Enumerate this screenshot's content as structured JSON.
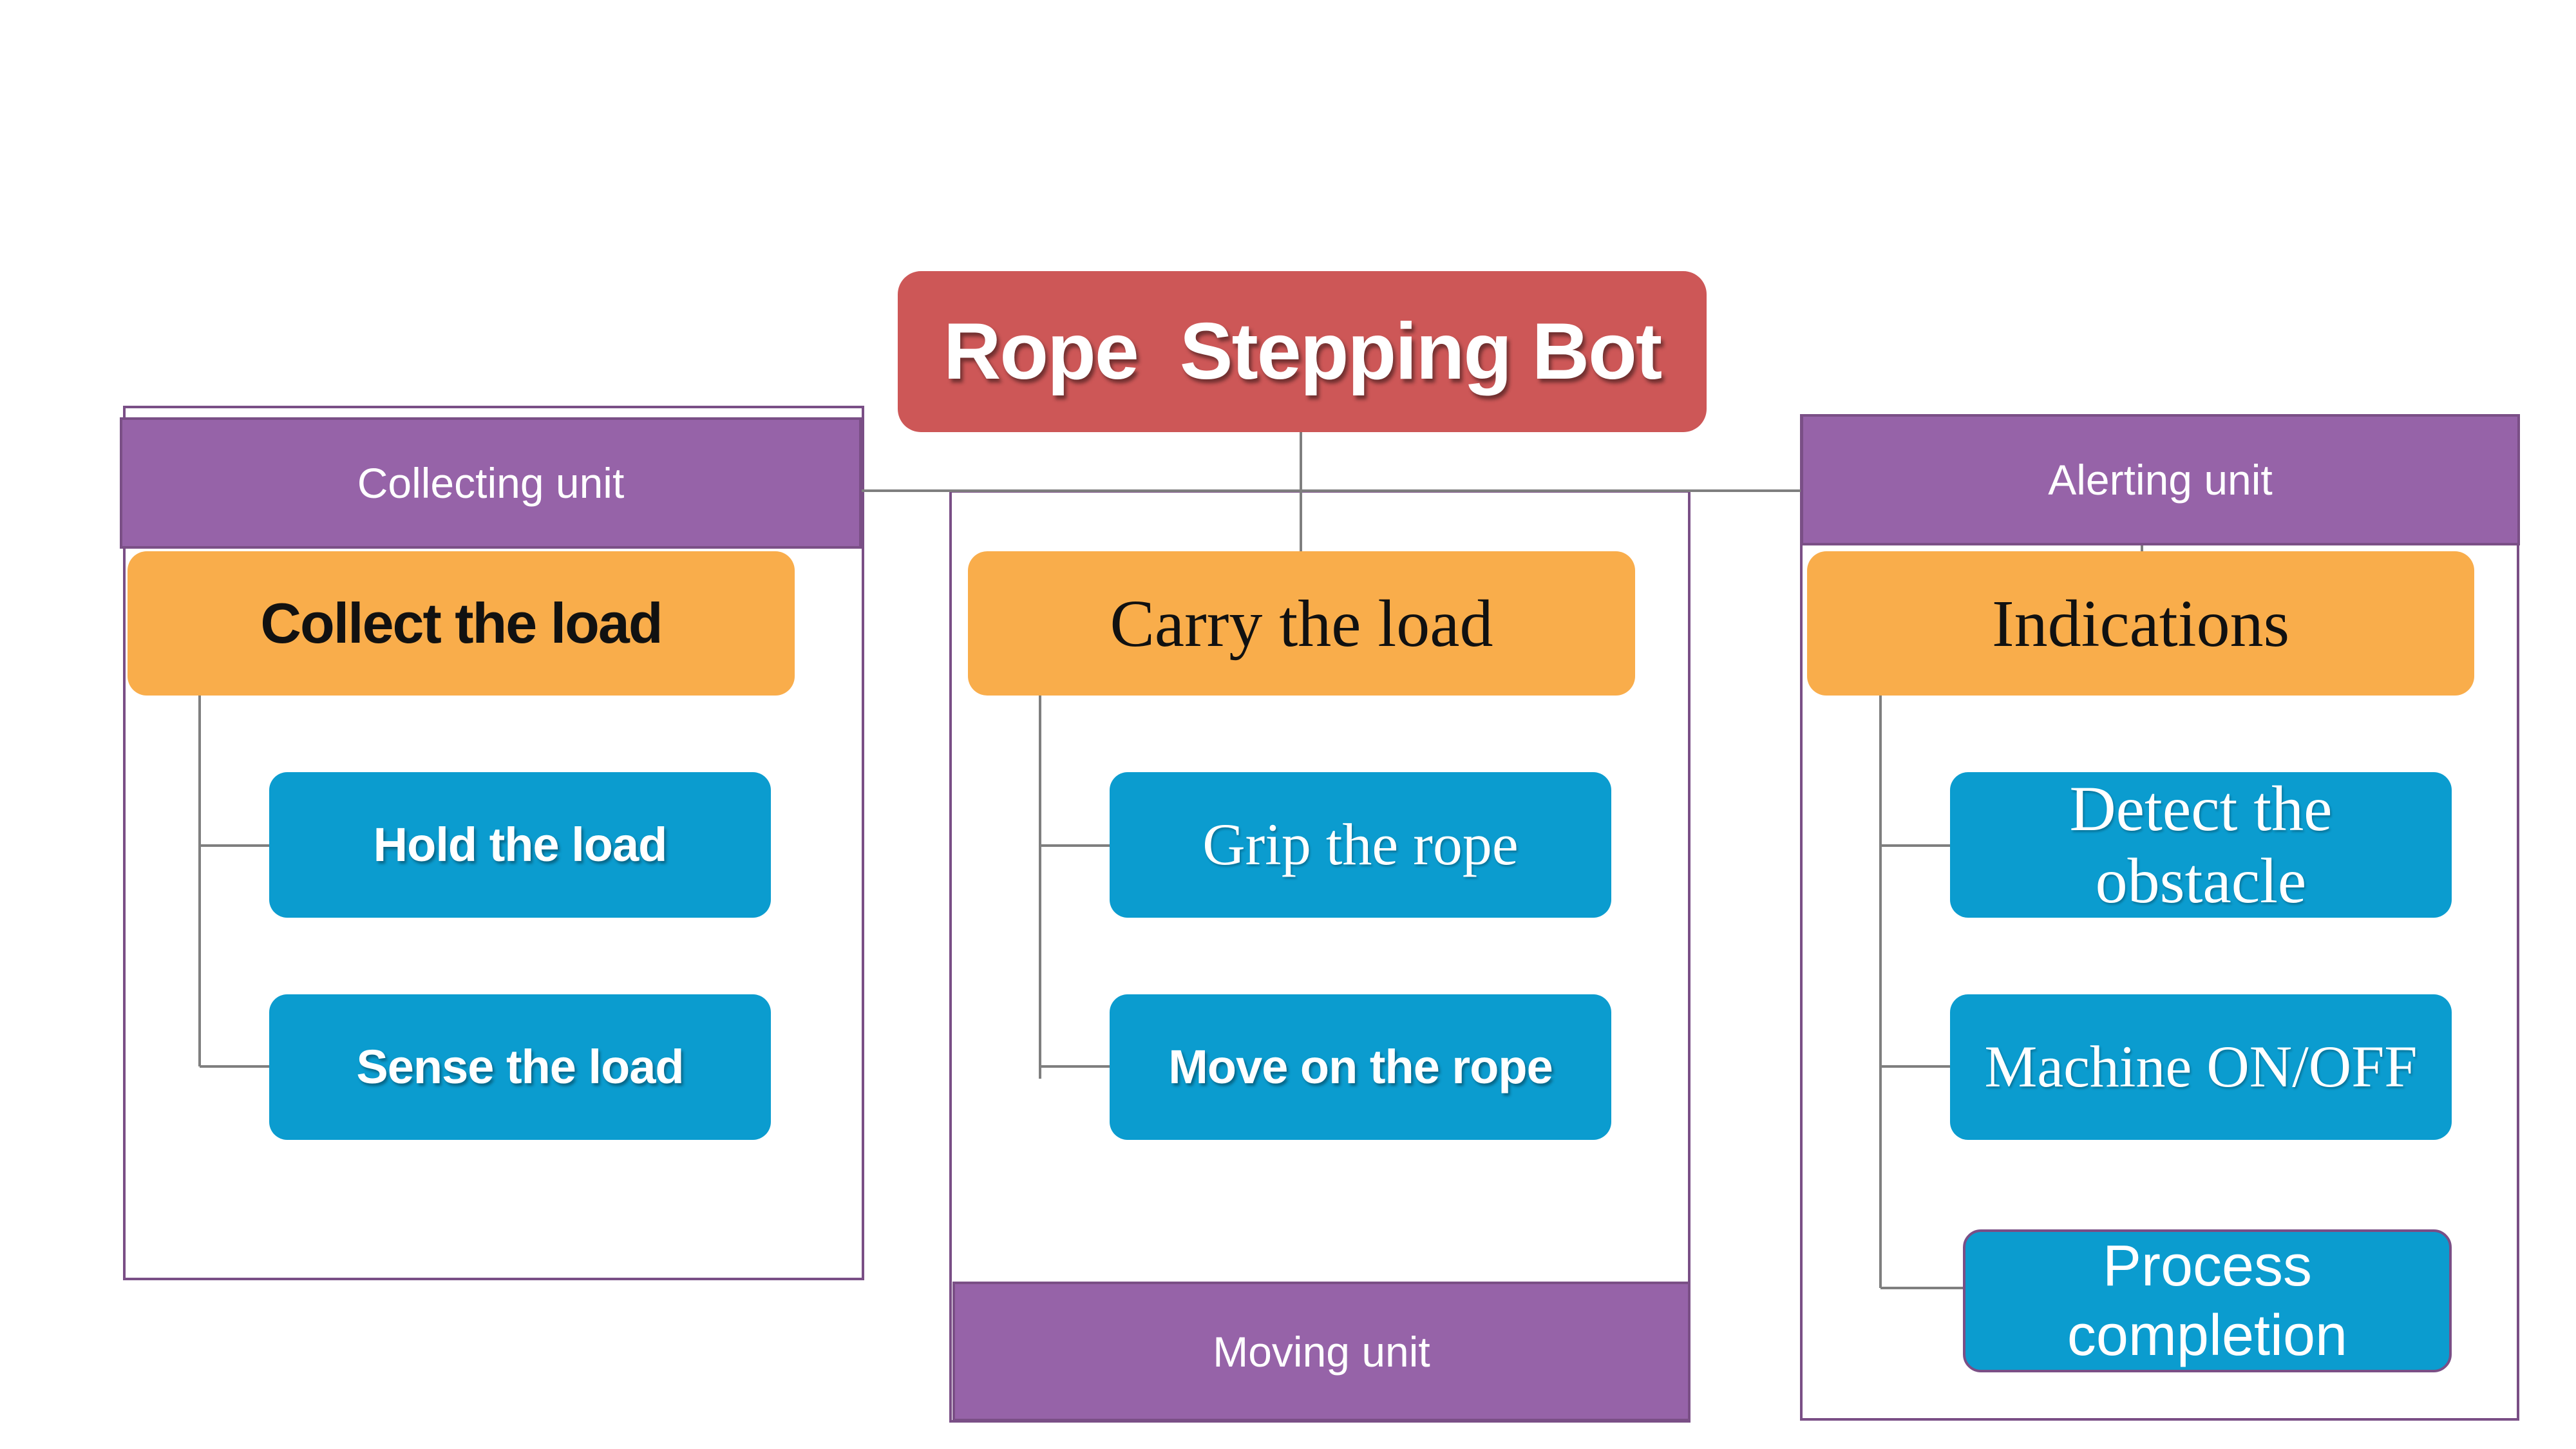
{
  "title": "Rope  Stepping Bot",
  "units": {
    "collecting": {
      "label": "Collecting unit",
      "task": "Collect the load",
      "subtasks": [
        "Hold the load",
        "Sense the load"
      ]
    },
    "moving": {
      "label": "Moving unit",
      "task": "Carry the load",
      "subtasks": [
        "Grip the rope",
        "Move on the rope"
      ]
    },
    "alerting": {
      "label": "Alerting unit",
      "task": "Indications",
      "subtasks": [
        "Detect the obstacle",
        "Machine ON/OFF",
        "Process completion"
      ]
    }
  },
  "colors": {
    "title_bg": "#cd5757",
    "unit_header_bg": "#9663a8",
    "unit_border": "#7a4f86",
    "task_bg": "#f9ad4b",
    "subtask_bg": "#0b9ccf",
    "connector": "#7f7f7f"
  }
}
